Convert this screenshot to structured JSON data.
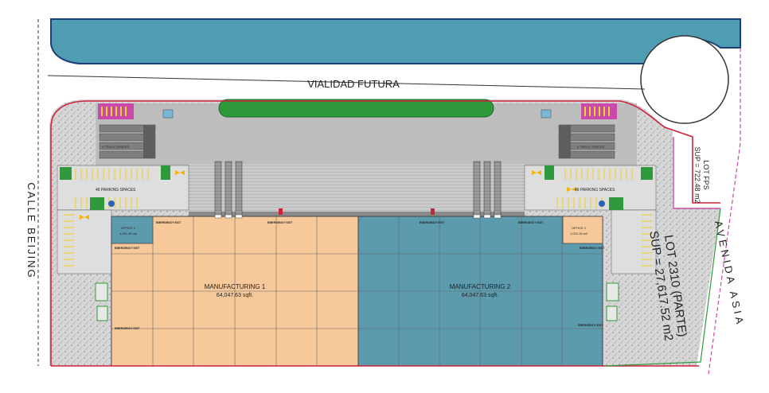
{
  "road_top": "VIALIDAD FUTURA",
  "road_left": "CALLE BEIJING",
  "road_right": "AVENIDA ASIA",
  "lot_main": {
    "line1": "LOT 2310 (PARTE)",
    "line2": "SUP = 27,617.52 m2"
  },
  "lot_fps": {
    "line1": "LOT FPS",
    "line2": "SUP = 722.48 m2"
  },
  "truck_label": "4 TRUCK SPACES",
  "parking_left": "46 PARKING SPACES",
  "parking_right": "46 PARKING SPACES",
  "emergency_exit": "EMERGENCY EXIT",
  "office_left": {
    "line1": "OFFICE 1",
    "line2": "1,001.26 m2"
  },
  "office_right": {
    "line1": "OFFICE 2",
    "line2": "1,001.26 m2"
  },
  "mfg1": {
    "name": "MANUFACTURING 1",
    "area": "64,047.63 sqft."
  },
  "mfg2": {
    "name": "MANUFACTURING 2",
    "area": "64,047.63 sqft."
  },
  "colors": {
    "water": "#4f9db3",
    "mfg1": "#f7c99a",
    "mfg2": "#5c9aae",
    "gravel": "#d4d4d4",
    "asphalt": "#b9b9b9",
    "green": "#2f9a3c",
    "boundary_red": "#d0213c",
    "boundary_magenta": "#c94aa8"
  }
}
